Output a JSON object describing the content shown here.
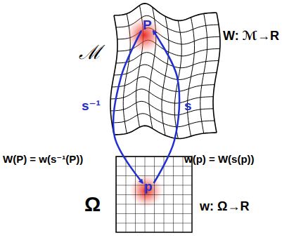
{
  "diagram": {
    "nodes": [
      {
        "text": [
          "P"
        ]
      },
      {
        "text": [
          "p"
        ]
      }
    ],
    "edges": [
      {
        "from": 0,
        "to": 1,
        "arrow": "to",
        "label": "s⁻¹"
      },
      {
        "from": 1,
        "to": 0,
        "arrow": "to",
        "label": "s"
      }
    ],
    "labels": [
      "ℳ",
      "W: ℳ→R",
      "W(P) = w(s⁻¹(P))",
      "w(p) = W(s(p))",
      "Ω",
      "w: Ω→R"
    ]
  }
}
